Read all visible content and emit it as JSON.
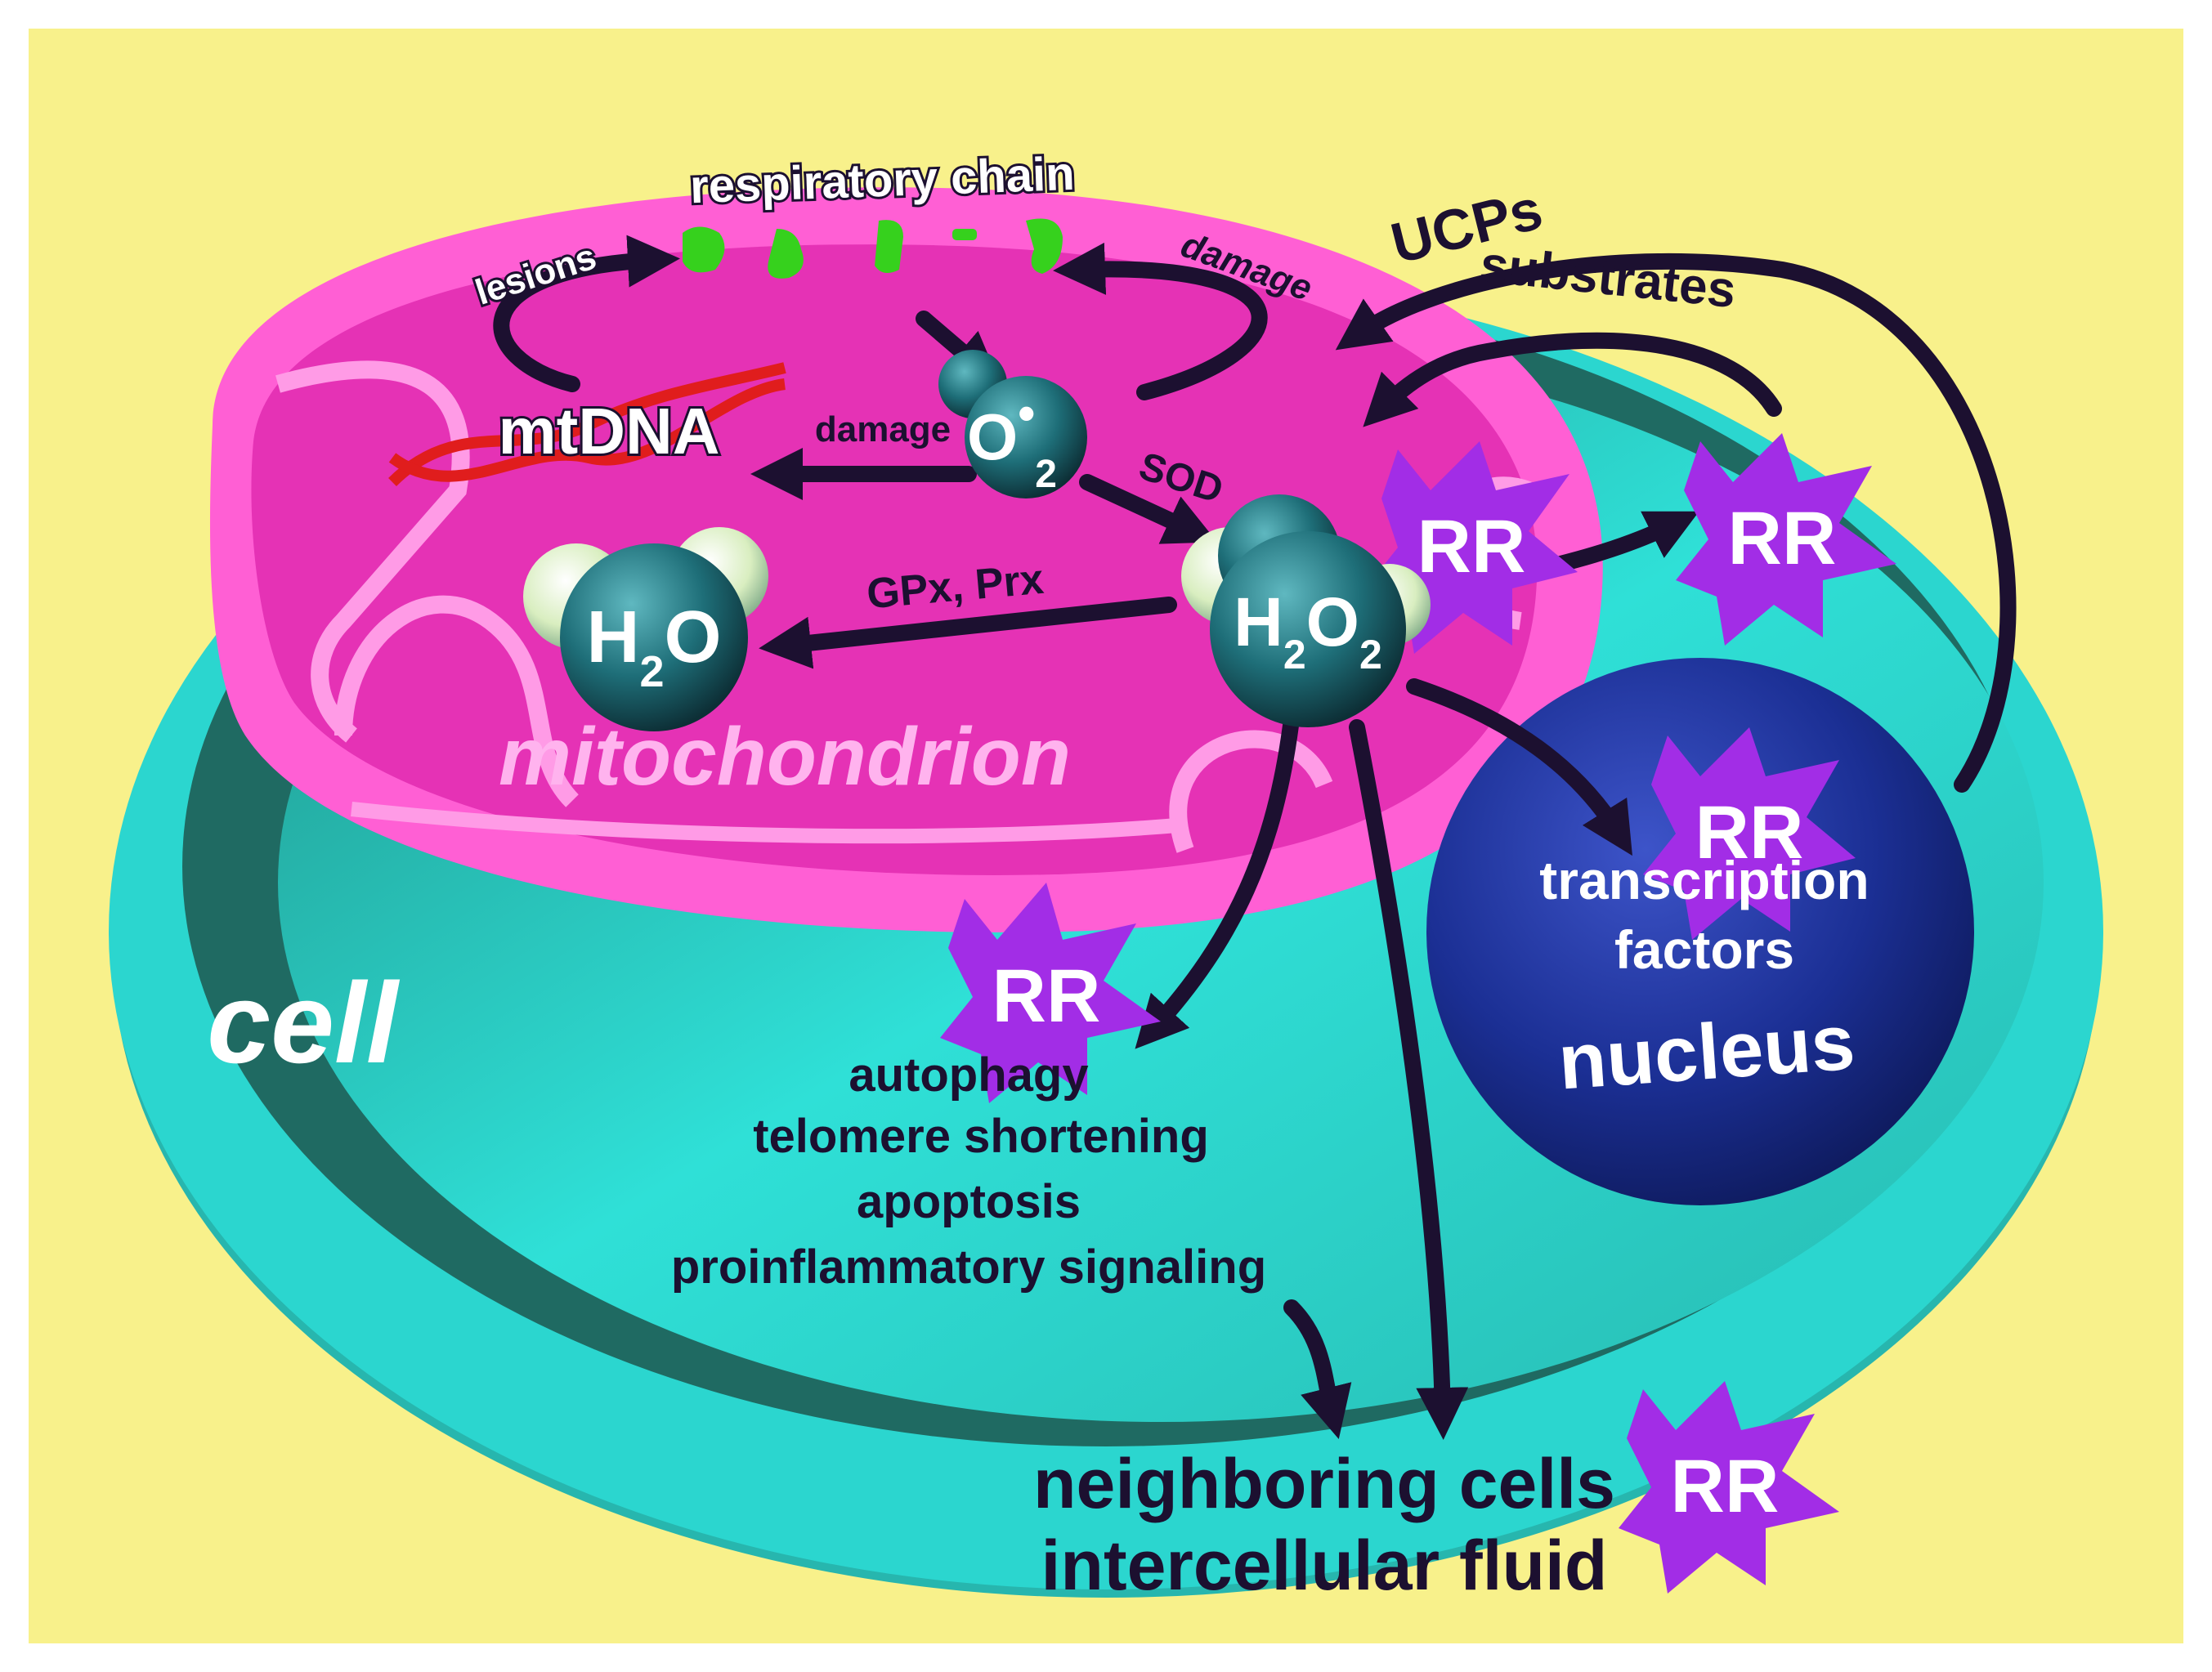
{
  "labels": {
    "respiratory_chain": "respiratory chain",
    "lesions": "lesions",
    "damage_top": "damage",
    "mtdna": "mtDNA",
    "damage_mid": "damage",
    "sod": "SOD",
    "gpx_prx": "GPx, Prx",
    "mitochondrion": "mitochondrion",
    "cell": "cell",
    "ucps": "UCPs",
    "substrates": "substrates",
    "transcription": "transcription",
    "factors": "factors",
    "nucleus": "nucleus",
    "effects": [
      "autophagy",
      "telomere shortening",
      "apoptosis",
      "proinflammatory signaling"
    ],
    "neighboring_cells": "neighboring cells",
    "intercellular_fluid": "intercellular fluid"
  },
  "molecules": {
    "superoxide": {
      "main": "O",
      "dot": "•",
      "sub": "2"
    },
    "peroxide": {
      "h": "H",
      "h_sub": "2",
      "o": "O",
      "o_sub": "2"
    },
    "water": {
      "h": "H",
      "h_sub": "2",
      "o": "O"
    }
  },
  "rr_label": "RR",
  "colors": {
    "background": "#f8f18b",
    "cell_outer": "#2bd6cf",
    "cell_inner": "#1f6a62",
    "cytoplasm": "#2fe0d7",
    "mito_outer": "#ff5fd4",
    "mito_inner": "#e532b5",
    "resp_chain": "#36d11d",
    "mtdna": "#e01d1d",
    "nucleus": "#1b2f94",
    "star": "#a22de6",
    "arrow": "#1c1030",
    "molecule": "#1e6e78",
    "hydrogen": "#d9eec0"
  }
}
